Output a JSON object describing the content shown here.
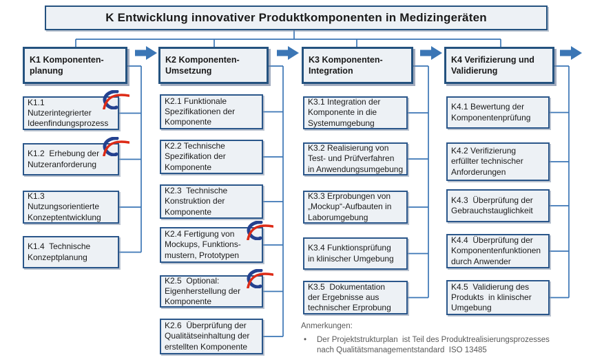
{
  "title": {
    "label": "K Entwicklung innovativer Produktkomponenten in Medizingeräten"
  },
  "colors": {
    "box_fill": "#EDF1F5",
    "box_border": "#24527F",
    "connector_blue": "#3B76B5",
    "arrow_blue": "#3B76B5",
    "swoosh_red": "#DD2B17",
    "swoosh_blue": "#24418F",
    "note_gray": "#595959",
    "text_black": "#1A1A1A"
  },
  "columns": [
    {
      "header": "K1 Komponenten-\nplanung",
      "items": [
        {
          "label": "K1.1\nNutzerintegrierter\nIdeenfindungsprozess",
          "marked": true
        },
        {
          "label": "K1.2  Erhebung der\nNutzeranforderung",
          "marked": true
        },
        {
          "label": "K1.3\nNutzungsorientierte\nKonzeptentwicklung",
          "marked": false
        },
        {
          "label": "K1.4  Technische\nKonzeptplanung",
          "marked": false
        }
      ]
    },
    {
      "header": "K2 Komponenten-\nUmsetzung",
      "items": [
        {
          "label": "K2.1 Funktionale\nSpezifikationen der\nKomponente",
          "marked": false
        },
        {
          "label": "K2.2 Technische\nSpezifikation der\nKomponente",
          "marked": false
        },
        {
          "label": "K2.3  Technische\nKonstruktion der\nKomponente",
          "marked": false
        },
        {
          "label": "K2.4 Fertigung von\nMockups, Funktions-\nmustern, Prototypen",
          "marked": true
        },
        {
          "label": "K2.5  Optional:\nEigenherstellung der\nKomponente",
          "marked": true
        },
        {
          "label": "K2.6  Überprüfung der\nQualitätseinhaltung der\nerstellten Komponente",
          "marked": false
        }
      ]
    },
    {
      "header": "K3 Komponenten-\nIntegration",
      "items": [
        {
          "label": "K3.1 Integration der\nKomponente in die\nSystemumgebung",
          "marked": false
        },
        {
          "label": "K3.2 Realisierung von\nTest- und Prüfverfahren\nin Anwendungsumgebung",
          "marked": false
        },
        {
          "label": "K3.3 Erprobungen von\n„Mockup“-Aufbauten in\nLaborumgebung",
          "marked": false
        },
        {
          "label": "K3.4 Funktionsprüfung\nin klinischer Umgebung",
          "marked": false
        },
        {
          "label": "K3.5  Dokumentation\nder Ergebnisse aus\ntechnischer Erprobung",
          "marked": false
        }
      ]
    },
    {
      "header": "K4 Verifizierung und\nValidierung",
      "items": [
        {
          "label": "K4.1 Bewertung der\nKomponentenprüfung",
          "marked": false
        },
        {
          "label": "K4.2 Verifizierung\nerfüllter technischer\nAnforderungen",
          "marked": false
        },
        {
          "label": "K4.3  Überprüfung der\nGebrauchstauglichkeit",
          "marked": false
        },
        {
          "label": "K4.4  Überprüfung der\nKomponentenfunktionen\ndurch Anwender",
          "marked": false
        },
        {
          "label": "K4.5  Validierung des\nProdukts  in klinischer\nUmgebung",
          "marked": false
        }
      ]
    }
  ],
  "notes": {
    "heading": "Anmerkungen:",
    "bullet_glyph": "•",
    "bullets": [
      "Der Projektstrukturplan  ist Teil des Produktrealisierungsprozesses\nnach Qualitätsmanagementstandard  ISO 13485"
    ]
  }
}
